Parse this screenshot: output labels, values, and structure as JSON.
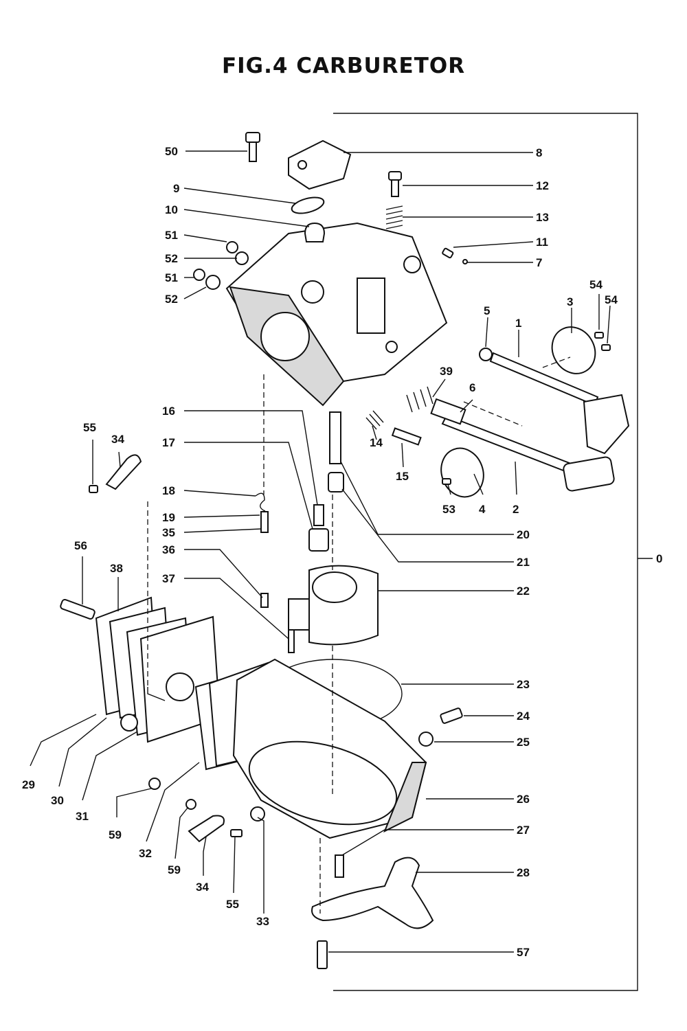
{
  "title": "FIG.4 CARBURETOR",
  "assembly_label": "0",
  "callouts": {
    "c50": "50",
    "c8": "8",
    "c9": "9",
    "c10": "10",
    "c12": "12",
    "c13": "13",
    "c51a": "51",
    "c52a": "52",
    "c51b": "51",
    "c52b": "52",
    "c11": "11",
    "c7": "7",
    "c54a": "54",
    "c54b": "54",
    "c3": "3",
    "c5": "5",
    "c1": "1",
    "c39": "39",
    "c6": "6",
    "c16": "16",
    "c17": "17",
    "c14": "14",
    "c15": "15",
    "c55a": "55",
    "c34a": "34",
    "c53": "53",
    "c4": "4",
    "c2": "2",
    "c18": "18",
    "c19": "19",
    "c35": "35",
    "c36": "36",
    "c20": "20",
    "c21": "21",
    "c56": "56",
    "c38": "38",
    "c22": "22",
    "c37": "37",
    "c23": "23",
    "c24": "24",
    "c25": "25",
    "c29": "29",
    "c30": "30",
    "c31": "31",
    "c26": "26",
    "c59a": "59",
    "c32": "32",
    "c27": "27",
    "c59b": "59",
    "c34b": "34",
    "c55b": "55",
    "c33": "33",
    "c28": "28",
    "c57": "57"
  }
}
